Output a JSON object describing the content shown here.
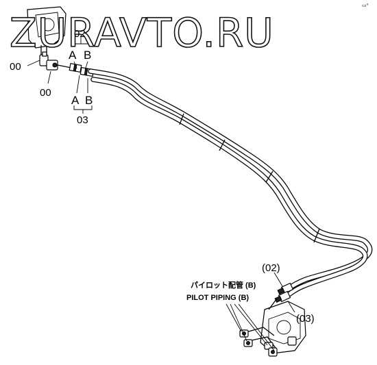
{
  "watermark": "ZURAVTO.RU",
  "corner_mark": "▭⁰",
  "labels": {
    "top_ref": "02",
    "top_a": "A",
    "top_b": "B",
    "left_ref": "00",
    "lower_left_ref": "00",
    "mid_a": "A",
    "mid_b": "B",
    "mid_ref": "03",
    "ref_02": "(02)",
    "ref_03": "(03)",
    "pilot_jp": "パイロット配管 (B)",
    "pilot_en": "PILOT PIPING (B)"
  },
  "colors": {
    "ink": "#000000",
    "paper": "#ffffff"
  }
}
